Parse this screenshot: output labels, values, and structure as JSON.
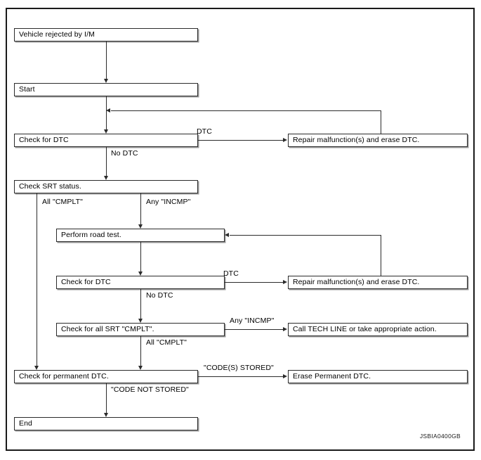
{
  "figure": {
    "reference_code": "JSBIA0400GB",
    "colors": {
      "border": "#2b2b2b",
      "frame": "#1a1a1a",
      "background": "#ffffff",
      "shadow": "#9a9a9a"
    }
  },
  "nodes": [
    {
      "id": "vehicle-rejected",
      "label": "Vehicle rejected by I/M"
    },
    {
      "id": "start",
      "label": "Start"
    },
    {
      "id": "check-dtc-1",
      "label": "Check for DTC"
    },
    {
      "id": "repair-erase-1",
      "label": "Repair malfunction(s) and erase DTC."
    },
    {
      "id": "check-srt-status",
      "label": "Check SRT status."
    },
    {
      "id": "perform-road-test",
      "label": "Perform road test."
    },
    {
      "id": "check-dtc-2",
      "label": "Check for DTC"
    },
    {
      "id": "repair-erase-2",
      "label": "Repair malfunction(s) and erase DTC."
    },
    {
      "id": "check-all-srt-cmplt",
      "label": "Check for all SRT \"CMPLT\"."
    },
    {
      "id": "call-tech-line",
      "label": "Call TECH LINE or take appropriate action."
    },
    {
      "id": "check-permanent-dtc",
      "label": "Check for permanent DTC."
    },
    {
      "id": "erase-permanent-dtc",
      "label": "Erase Permanent DTC."
    },
    {
      "id": "end",
      "label": "End"
    }
  ],
  "edge_labels": [
    {
      "id": "dtc-1",
      "label": "DTC"
    },
    {
      "id": "no-dtc-1",
      "label": "No DTC"
    },
    {
      "id": "all-cmplt-1",
      "label": "All \"CMPLT\""
    },
    {
      "id": "any-incmp-1",
      "label": "Any \"INCMP\""
    },
    {
      "id": "dtc-2",
      "label": "DTC"
    },
    {
      "id": "no-dtc-2",
      "label": "No DTC"
    },
    {
      "id": "any-incmp-2",
      "label": "Any \"INCMP\""
    },
    {
      "id": "all-cmplt-2",
      "label": "All \"CMPLT\""
    },
    {
      "id": "codes-stored",
      "label": "\"CODE(S) STORED\""
    },
    {
      "id": "code-not-stored",
      "label": "\"CODE NOT STORED\""
    }
  ],
  "chart_data": {
    "type": "diagram",
    "title": "I/M rejection diagnostic flow",
    "flow": [
      {
        "from": "vehicle-rejected",
        "to": "start",
        "label": ""
      },
      {
        "from": "start",
        "to": "check-dtc-1",
        "label": ""
      },
      {
        "from": "check-dtc-1",
        "to": "repair-erase-1",
        "label": "DTC"
      },
      {
        "from": "repair-erase-1",
        "to": "check-dtc-1",
        "label": ""
      },
      {
        "from": "check-dtc-1",
        "to": "check-srt-status",
        "label": "No DTC"
      },
      {
        "from": "check-srt-status",
        "to": "check-permanent-dtc",
        "label": "All \"CMPLT\""
      },
      {
        "from": "check-srt-status",
        "to": "perform-road-test",
        "label": "Any \"INCMP\""
      },
      {
        "from": "perform-road-test",
        "to": "check-dtc-2",
        "label": ""
      },
      {
        "from": "check-dtc-2",
        "to": "repair-erase-2",
        "label": "DTC"
      },
      {
        "from": "repair-erase-2",
        "to": "perform-road-test",
        "label": ""
      },
      {
        "from": "check-dtc-2",
        "to": "check-all-srt-cmplt",
        "label": "No DTC"
      },
      {
        "from": "check-all-srt-cmplt",
        "to": "call-tech-line",
        "label": "Any \"INCMP\""
      },
      {
        "from": "check-all-srt-cmplt",
        "to": "check-permanent-dtc",
        "label": "All \"CMPLT\""
      },
      {
        "from": "check-permanent-dtc",
        "to": "erase-permanent-dtc",
        "label": "\"CODE(S) STORED\""
      },
      {
        "from": "check-permanent-dtc",
        "to": "end",
        "label": "\"CODE NOT STORED\""
      }
    ]
  }
}
